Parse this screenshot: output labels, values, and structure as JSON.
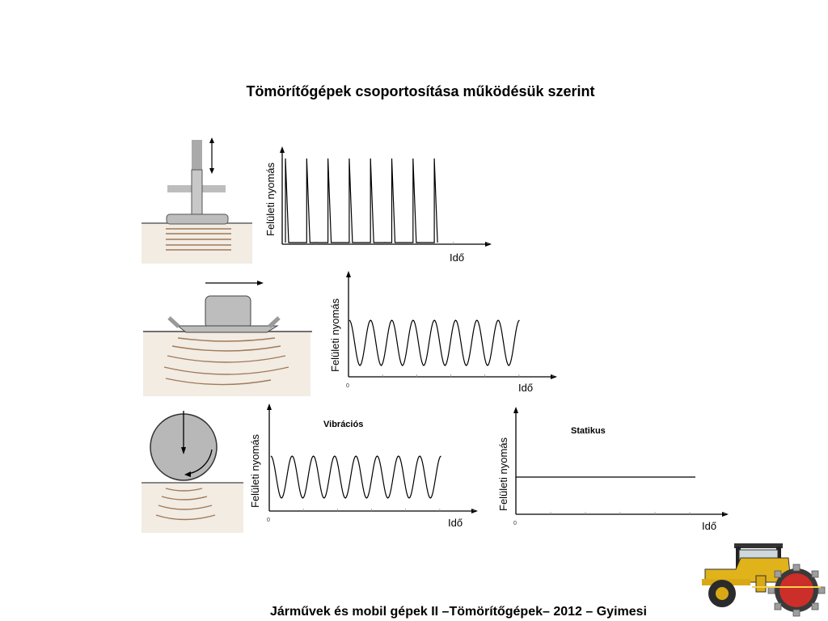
{
  "slide": {
    "title": "Tömörítőgépek csoportosítása működésük szerint",
    "footer": "Járművek és mobil gépek II –Tömörítőgépek– 2012 –  Gyimesi"
  },
  "charts": {
    "chart1": {
      "ylabel": "Felületi nyomás",
      "xlabel": "Idő"
    },
    "chart2": {
      "ylabel": "Felületi nyomás",
      "xlabel": "Idő",
      "origin": "0"
    },
    "chart3": {
      "ylabel": "Felületi nyomás",
      "xlabel": "Idő",
      "origin": "0",
      "subtitle": "Vibrációs"
    },
    "chart4": {
      "ylabel": "Felületi nyomás",
      "xlabel": "Idő",
      "origin": "0",
      "subtitle": "Statikus"
    }
  },
  "chart_data": [
    {
      "type": "line",
      "pattern": "impulse",
      "peaks": 8,
      "ylabel": "Felületi nyomás",
      "xlabel": "Idő"
    },
    {
      "type": "line",
      "pattern": "oscillation",
      "peaks": 8,
      "ylabel": "Felületi nyomás",
      "xlabel": "Idő"
    },
    {
      "type": "line",
      "pattern": "oscillation",
      "peaks": 8,
      "title": "Vibrációs",
      "ylabel": "Felületi nyomás",
      "xlabel": "Idő"
    },
    {
      "type": "line",
      "pattern": "constant",
      "title": "Statikus",
      "ylabel": "Felületi nyomás",
      "xlabel": "Idő"
    }
  ],
  "icons": [
    "rammer-icon",
    "plate-compactor-icon",
    "roller-drum-icon",
    "padfoot-roller-icon"
  ]
}
